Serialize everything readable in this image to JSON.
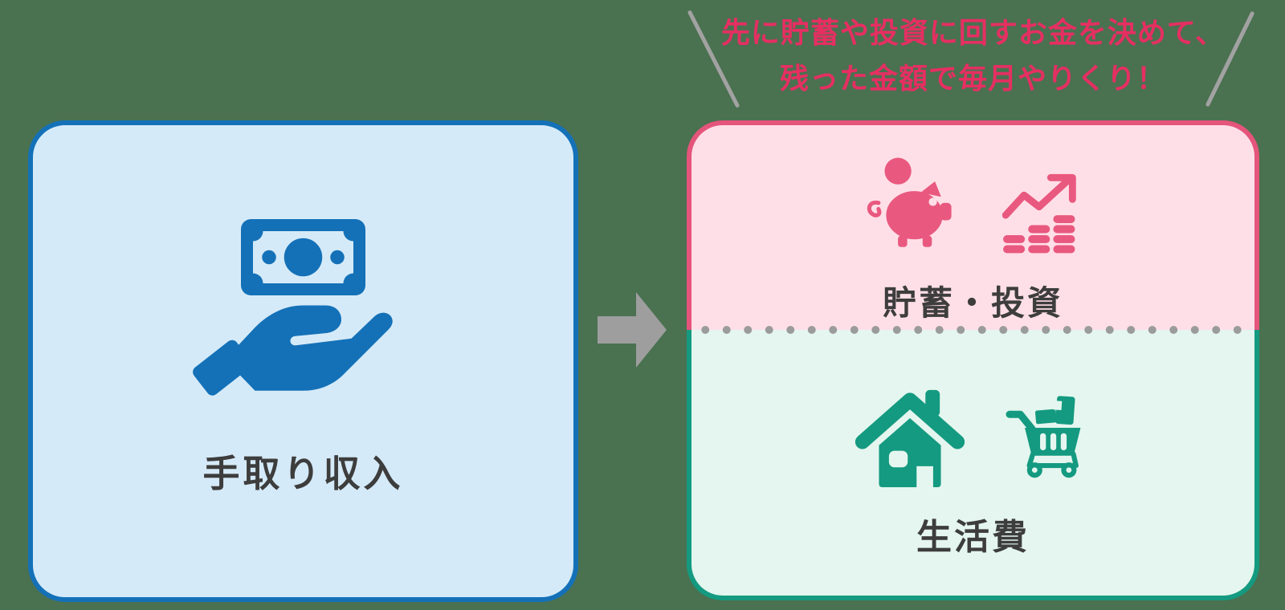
{
  "background_color": "#4a7150",
  "text_color": "#3d3d3d",
  "callout": {
    "line1": "先に貯蓄や投資に回すお金を決めて、",
    "line2": "残った金額で毎月やりくり！",
    "color": "#e52f62",
    "emphasis_marks": "gray-diagonal-slashes"
  },
  "income_box": {
    "label": "手取り収入",
    "fill": "#d5eaf8",
    "border": "#1471b8",
    "icon": "hand-holding-money",
    "icon_color": "#1471b8"
  },
  "arrow": {
    "direction": "right",
    "color": "#9e9e9e"
  },
  "allocation_box": {
    "savings_section": {
      "label": "貯蓄・投資",
      "fill": "#ffdfe7",
      "border": "#e4547b",
      "icon_color": "#e9587f",
      "icons": [
        "piggy-bank",
        "growth-chart"
      ]
    },
    "divider_style": "gray-dotted",
    "living_section": {
      "label": "生活費",
      "fill": "#e4f6ef",
      "border": "#149a80",
      "icon_color": "#149a80",
      "icons": [
        "house",
        "shopping-cart"
      ]
    }
  }
}
